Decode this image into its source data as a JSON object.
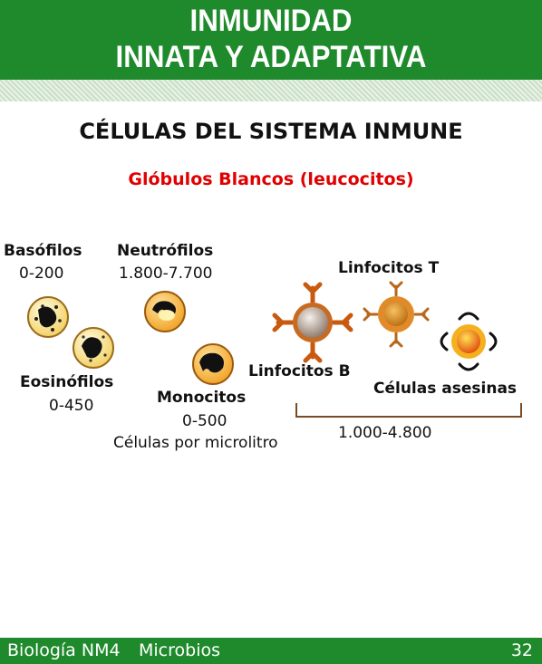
{
  "header": {
    "title_line1": "INMUNIDAD",
    "title_line2": "INNATA Y ADAPTATIVA"
  },
  "section_title": "CÉLULAS DEL SISTEMA INMUNE",
  "subtitle": "Glóbulos Blancos (leucocitos)",
  "cells": {
    "basofilos": {
      "name": "Basófilos",
      "range": "0-200"
    },
    "neutrofilos": {
      "name": "Neutrófilos",
      "range": "1.800-7.700"
    },
    "eosinofilos": {
      "name": "Eosinófilos",
      "range": "0-450"
    },
    "monocitos": {
      "name": "Monocitos",
      "range": "0-500"
    },
    "linfocitos_t": {
      "name": "Linfocitos T"
    },
    "linfocitos_b": {
      "name": "Linfocitos B"
    },
    "celulas_asesinas": {
      "name": "Células asesinas"
    },
    "lymphocyte_range": "1.000-4.800",
    "unit_note": "Células por microlitro"
  },
  "footer": {
    "course": "Biología NM4",
    "topic": "Microbios",
    "page": "32"
  },
  "colors": {
    "header_green": "#1f8a2c",
    "subtitle_red": "#e00000",
    "bracket_brown": "#7a4a22"
  }
}
